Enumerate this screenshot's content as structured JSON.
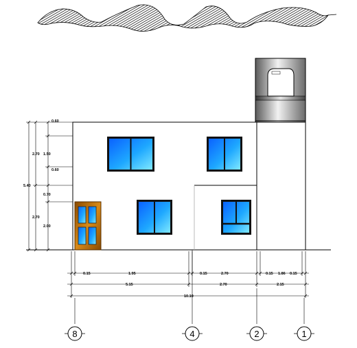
{
  "left_dimensions": {
    "overall": "5.40",
    "upper_total": "2.70",
    "lower_total": "2.70",
    "segments": [
      "0.60",
      "1.50",
      "0.60",
      "0.70",
      "2.00"
    ]
  },
  "bottom_dimensions": {
    "row1": [
      "0.15",
      "1.95",
      "0.15",
      "2.70",
      "0.15",
      "1.86",
      "0.15"
    ],
    "row2": [
      "5.15",
      "2.70",
      "2.15"
    ],
    "row3": [
      "10.10"
    ]
  },
  "grid_axes": [
    "8",
    "4",
    "2",
    "1"
  ],
  "colors": {
    "window_glass": "#1e90ff",
    "window_highlight": "#7fe3ff",
    "door_wood": "#c07a10",
    "roof_hatch": "#000000"
  }
}
